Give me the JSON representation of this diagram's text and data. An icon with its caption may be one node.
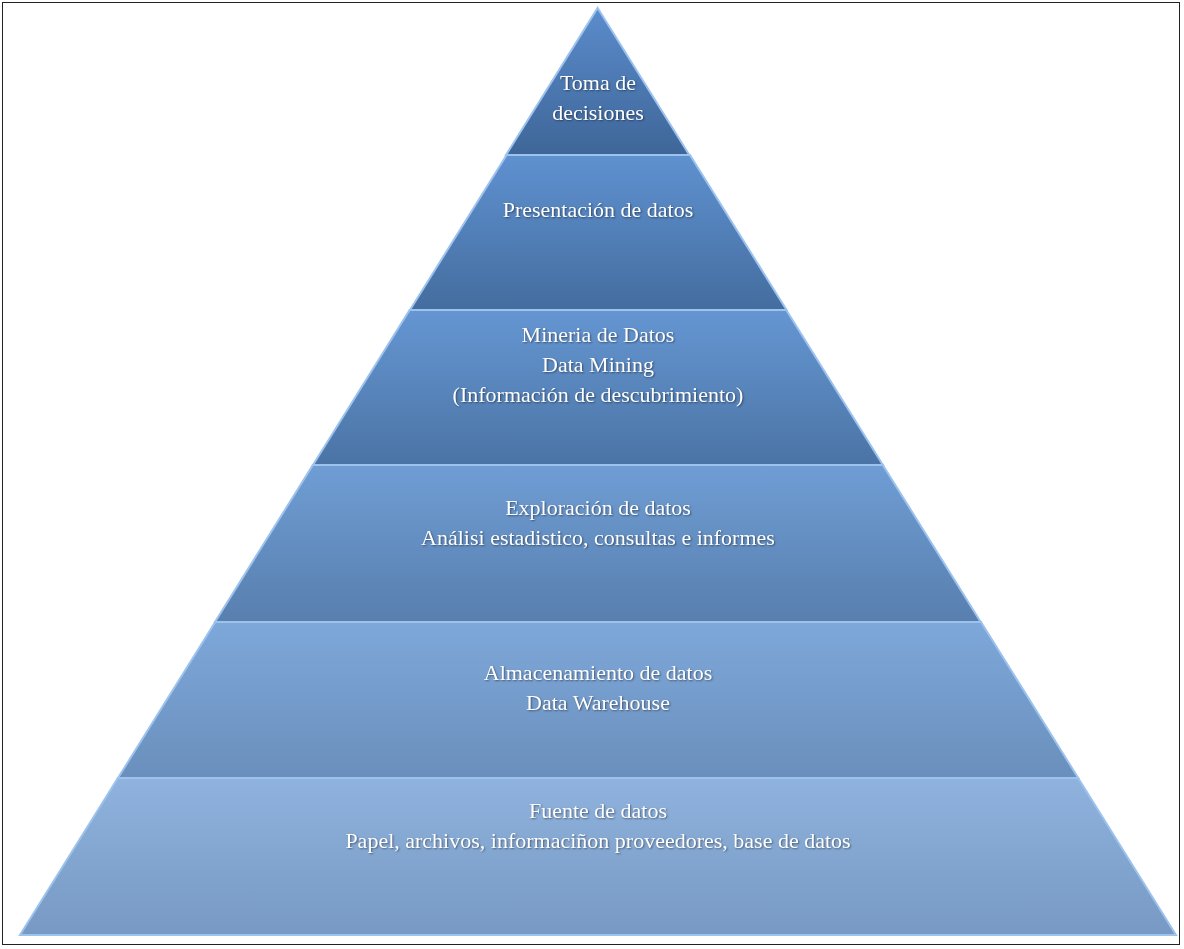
{
  "diagram": {
    "nodes": [
      {
        "text": [
          "Toma de decisiones"
        ]
      },
      {
        "text": [
          "Presentación de datos"
        ]
      },
      {
        "text": [
          "Mineria de Datos",
          "Data Mining",
          "(Información de descubrimiento)"
        ]
      },
      {
        "text": [
          "Exploración de datos",
          "Análisi estadistico, consultas e informes"
        ]
      },
      {
        "text": [
          "Almacenamiento de datos",
          "Data Warehouse"
        ]
      },
      {
        "text": [
          "Fuente de datos",
          "Papel, archivos, informaciñon proveedores, base de datos"
        ]
      }
    ]
  }
}
